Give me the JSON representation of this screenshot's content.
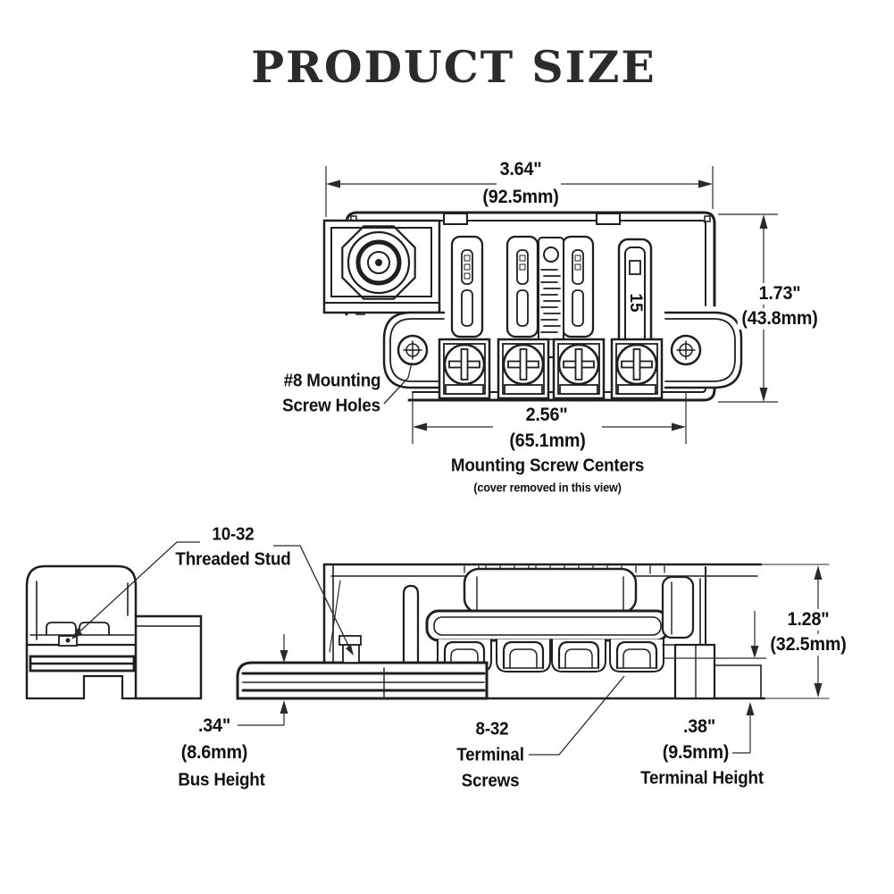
{
  "title": "PRODUCT SIZE",
  "top_view": {
    "width": {
      "in": "3.64\"",
      "mm": "(92.5mm)"
    },
    "height": {
      "in": "1.73\"",
      "mm": "(43.8mm)"
    },
    "screw_centers": {
      "in": "2.56\"",
      "mm": "(65.1mm)",
      "label": "Mounting Screw Centers",
      "note": "(cover removed in this view)"
    },
    "mounting_holes": {
      "line1": "#8 Mounting",
      "line2": "Screw Holes"
    },
    "fuse_rating": "15"
  },
  "side_view": {
    "stud": {
      "line1": "10-32",
      "line2": "Threaded Stud"
    },
    "overall_height": {
      "in": "1.28\"",
      "mm": "(32.5mm)"
    },
    "bus_height": {
      "in": ".34\"",
      "mm": "(8.6mm)",
      "label": "Bus Height"
    },
    "terminal_screws": {
      "line1": "8-32",
      "line2": "Terminal",
      "line3": "Screws"
    },
    "terminal_height": {
      "in": ".38\"",
      "mm": "(9.5mm)",
      "label": "Terminal Height"
    }
  },
  "colors": {
    "line": "#1f1f1f",
    "text": "#111111",
    "background": "#ffffff"
  }
}
